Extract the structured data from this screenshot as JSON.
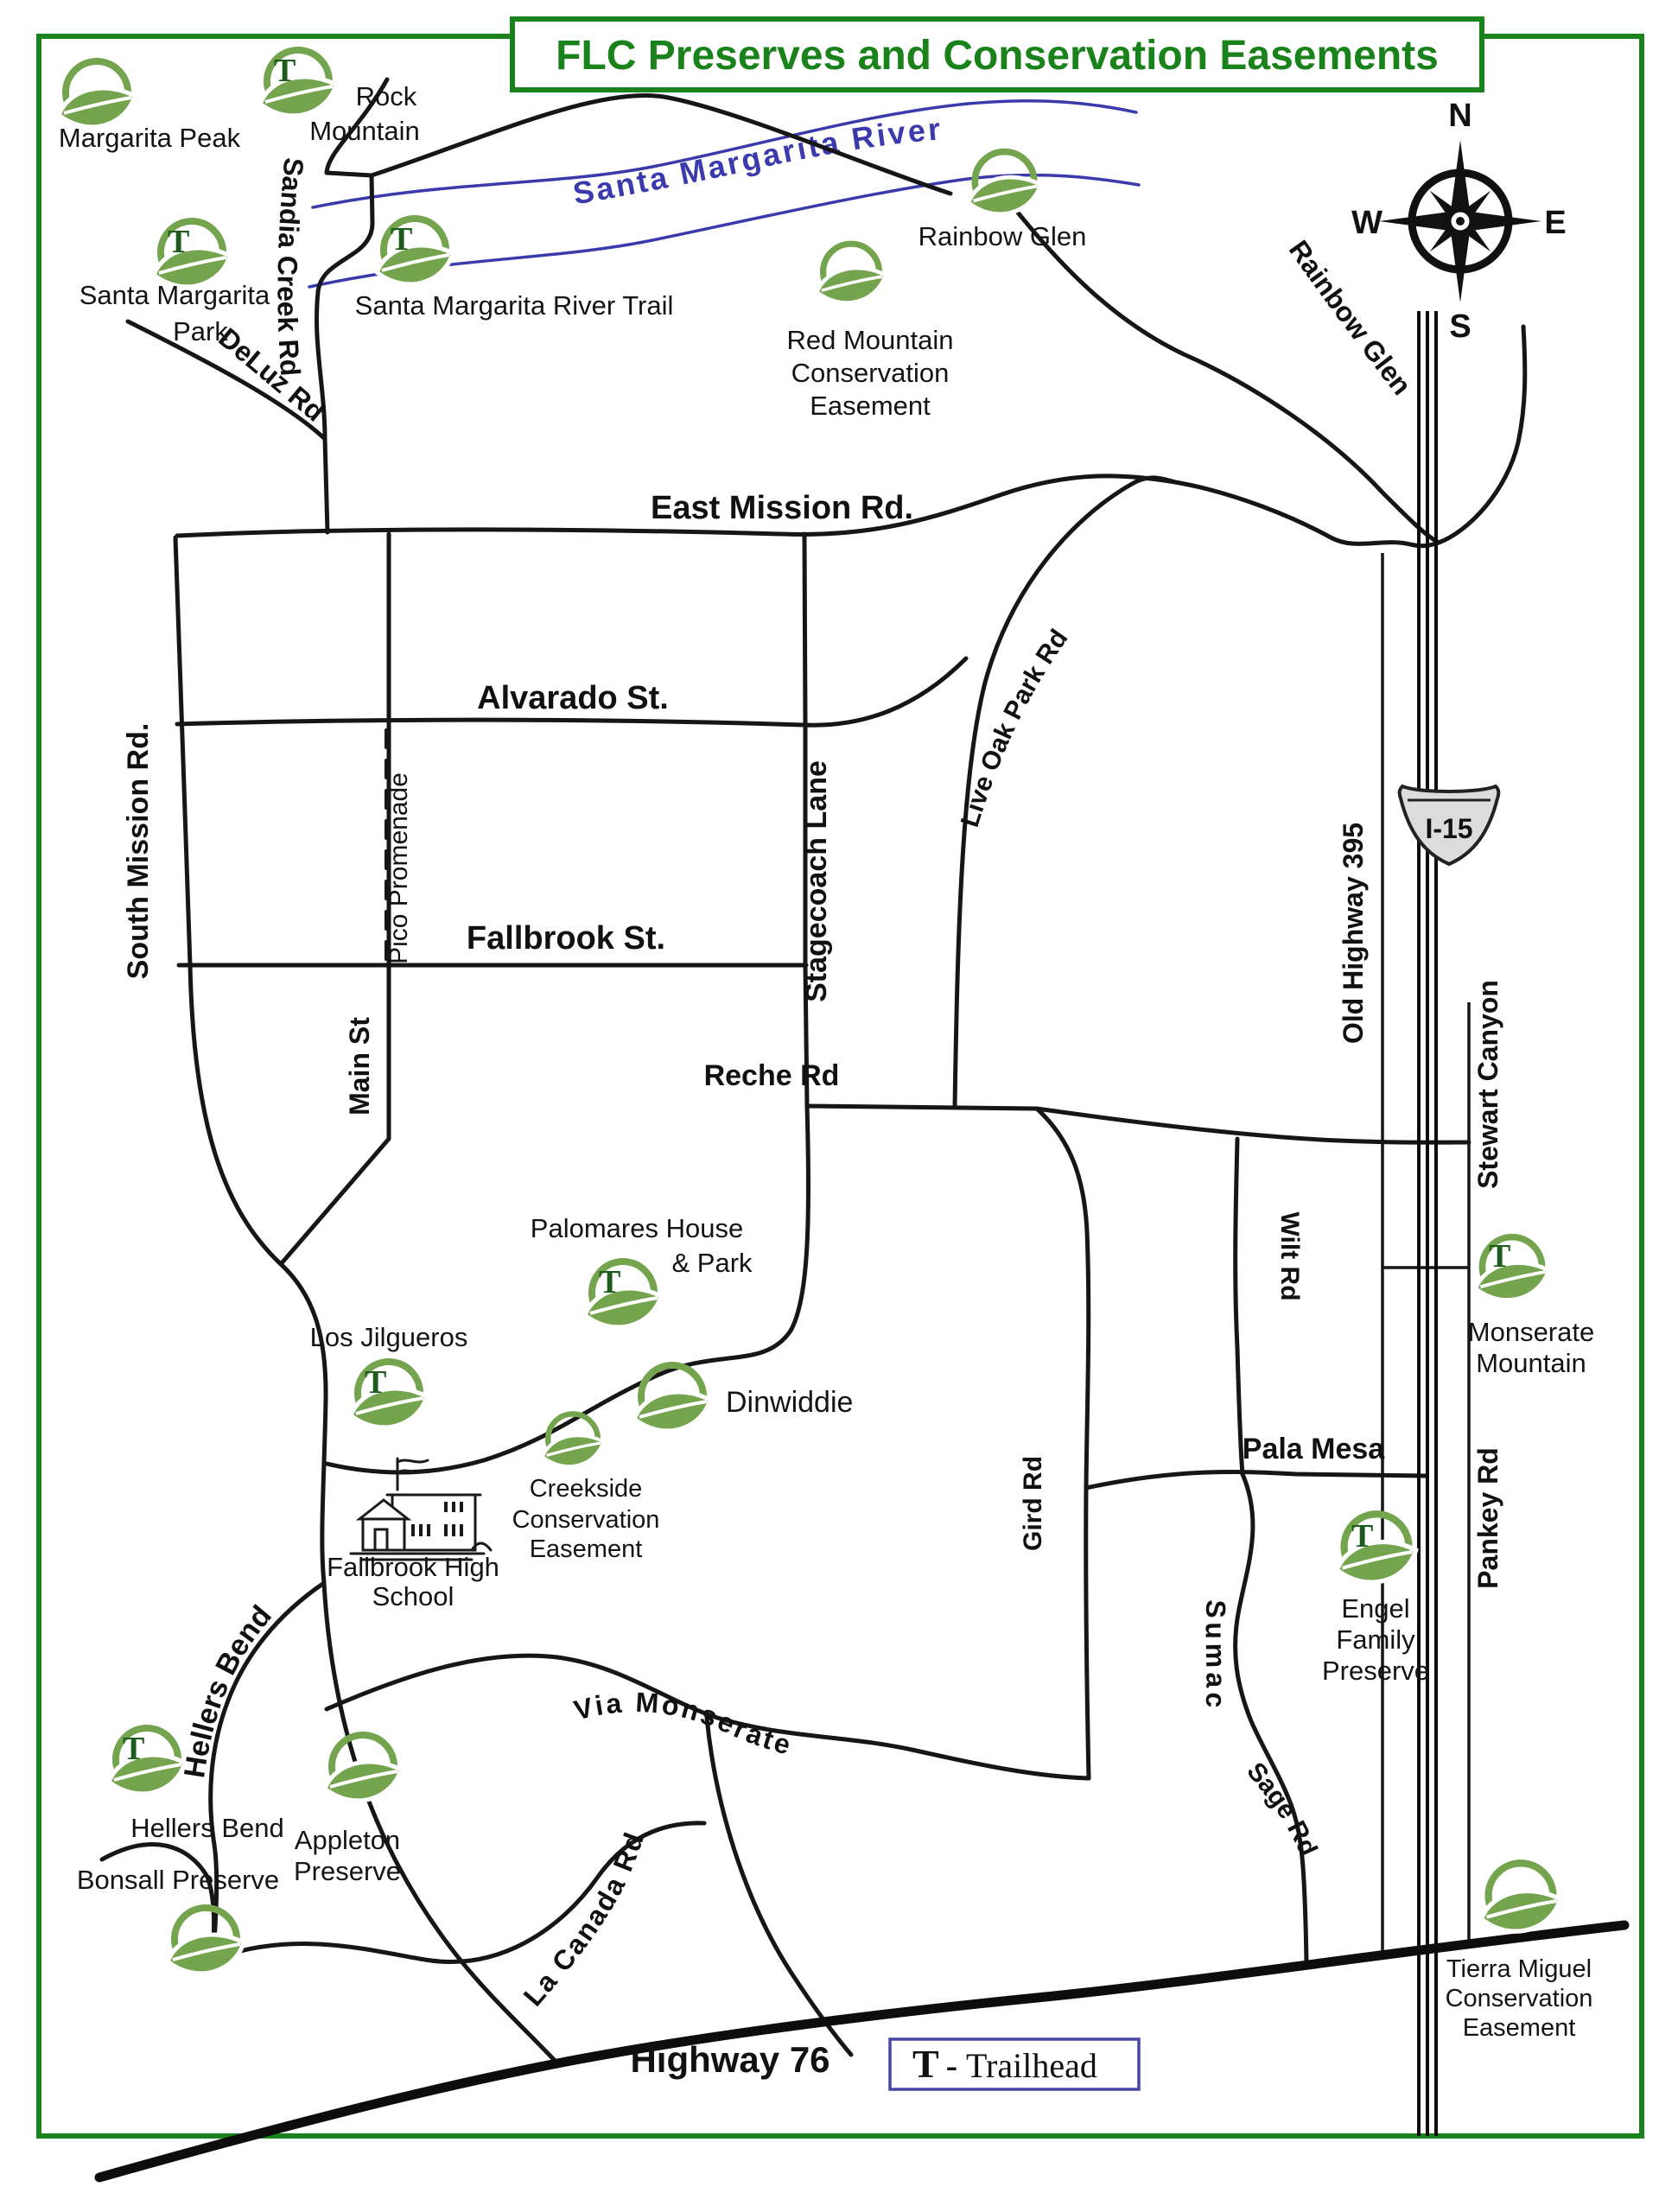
{
  "title": "FLC Preserves and Conservation Easements",
  "legend": {
    "symbol": "T",
    "separator": "-",
    "label": "Trailhead"
  },
  "compass": {
    "n": "N",
    "e": "E",
    "s": "S",
    "w": "W"
  },
  "shield": {
    "label": "I-15"
  },
  "river": {
    "name": "Santa Margarita River"
  },
  "school": {
    "line1": "Fallbrook High",
    "line2": "School"
  },
  "roads": {
    "sandia_creek": "Sandia Creek Rd",
    "deluz": "DeLuz Rd",
    "east_mission": "East Mission Rd.",
    "south_mission": "South Mission Rd.",
    "alvarado": "Alvarado St.",
    "pico_promenade": "Pico Promenade",
    "fallbrook": "Fallbrook St.",
    "main": "Main St",
    "stagecoach": "Stagecoach Lane",
    "live_oak_park": "Live Oak Park Rd",
    "reche": "Reche Rd",
    "rainbow_glen": "Rainbow Glen",
    "old_highway_395": "Old Highway 395",
    "stewart_canyon": "Stewart Canyon",
    "pankey": "Pankey Rd",
    "wilt": "Wilt Rd",
    "gird": "Gird Rd",
    "pala_mesa": "Pala Mesa",
    "sumac": "Sumac",
    "sage": "Sage Rd",
    "hellers_bend": "Hellers Bend",
    "via_monserate": "Via Monserate",
    "la_canada": "La Canada Rd",
    "highway_76": "Highway 76"
  },
  "preserves": {
    "margarita_peak": {
      "line1": "Margarita Peak",
      "trailhead": false
    },
    "rock_mountain": {
      "line1": "Rock",
      "line2": "Mountain",
      "trailhead": true
    },
    "santa_margarita_park": {
      "line1": "Santa Margarita",
      "line2": "Park",
      "trailhead": true
    },
    "santa_margarita_river_trail": {
      "line1": "Santa Margarita River Trail",
      "trailhead": true
    },
    "rainbow_glen": {
      "line1": "Rainbow Glen",
      "trailhead": false
    },
    "red_mountain": {
      "line1": "Red Mountain",
      "line2": "Conservation",
      "line3": "Easement",
      "trailhead": false
    },
    "palomares": {
      "line1": "Palomares House",
      "line2": "& Park",
      "trailhead": true
    },
    "los_jilgueros": {
      "line1": "Los Jilgueros",
      "trailhead": true
    },
    "dinwiddie": {
      "line1": "Dinwiddie",
      "trailhead": false
    },
    "creekside": {
      "line1": "Creekside",
      "line2": "Conservation",
      "line3": "Easement",
      "trailhead": false
    },
    "monserate_mountain": {
      "line1": "Monserate",
      "line2": "Mountain",
      "trailhead": true
    },
    "engel": {
      "line1": "Engel",
      "line2": "Family",
      "line3": "Preserve",
      "trailhead": true
    },
    "hellers_bend": {
      "line1": "Hellers Bend",
      "trailhead": true
    },
    "appleton": {
      "line1": "Appleton",
      "line2": "Preserve",
      "trailhead": false
    },
    "bonsall": {
      "line1": "Bonsall Preserve",
      "trailhead": false
    },
    "tierra_miguel": {
      "line1": "Tierra Miguel",
      "line2": "Conservation",
      "line3": "Easement",
      "trailhead": false
    }
  },
  "colors": {
    "map_green": "#1a821a",
    "leaf_green": "#74a54e",
    "trailhead_green": "#1d5c1d",
    "river_blue": "#3a3aad",
    "legend_border": "#4747a3"
  }
}
